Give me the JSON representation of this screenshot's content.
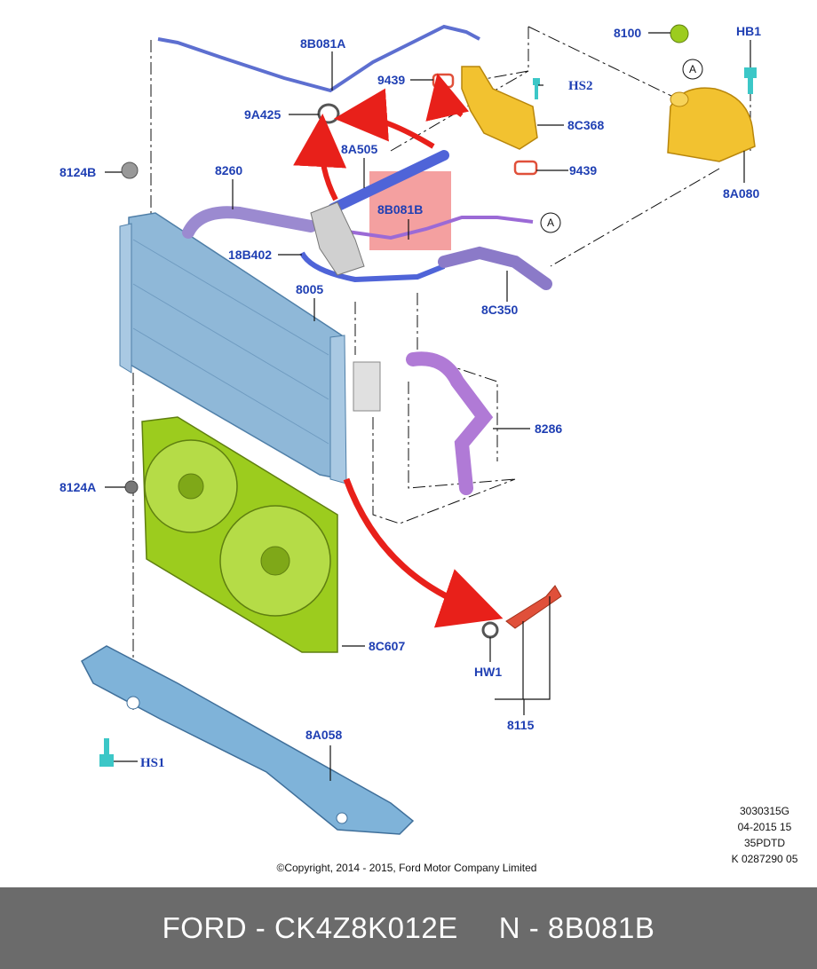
{
  "diagram": {
    "parts": {
      "p_8B081A": "8B081A",
      "p_9439_top": "9439",
      "p_HS2": "HS2",
      "p_9A425": "9A425",
      "p_8C368": "8C368",
      "p_9439_bot": "9439",
      "p_8100": "8100",
      "p_HB1": "HB1",
      "p_8A080": "8A080",
      "p_8124B": "8124B",
      "p_8260": "8260",
      "p_8A505": "8A505",
      "p_8B081B": "8B081B",
      "p_18B402": "18B402",
      "p_8005": "8005",
      "p_8C350": "8C350",
      "p_8286": "8286",
      "p_8124A": "8124A",
      "p_8C607": "8C607",
      "p_HW1": "HW1",
      "p_8115": "8115",
      "p_8A058": "8A058",
      "p_HS1": "HS1"
    },
    "callout_letter_1": "A",
    "callout_letter_2": "A",
    "meta": {
      "line1": "3030315G",
      "line2": "04-2015 15",
      "line3": "35PDTD",
      "line4": "K 0287290 05"
    },
    "copyright": "©Copyright, 2014 - 2015, Ford Motor Company Limited",
    "highlight_color": "#f08080",
    "colors": {
      "label": "#1f3fb3",
      "radiator": "#8fb8d8",
      "fan": "#9ccc1e",
      "reservoir": "#f2c230",
      "hose_purple": "#9b6ad6",
      "hose_blue": "#4f64d8",
      "arrow": "#e8201a",
      "crossmember": "#7fb3d9"
    }
  },
  "footer": {
    "brand_part": "FORD - CK4Z8K012E",
    "ref_part": "N - 8B081B"
  }
}
